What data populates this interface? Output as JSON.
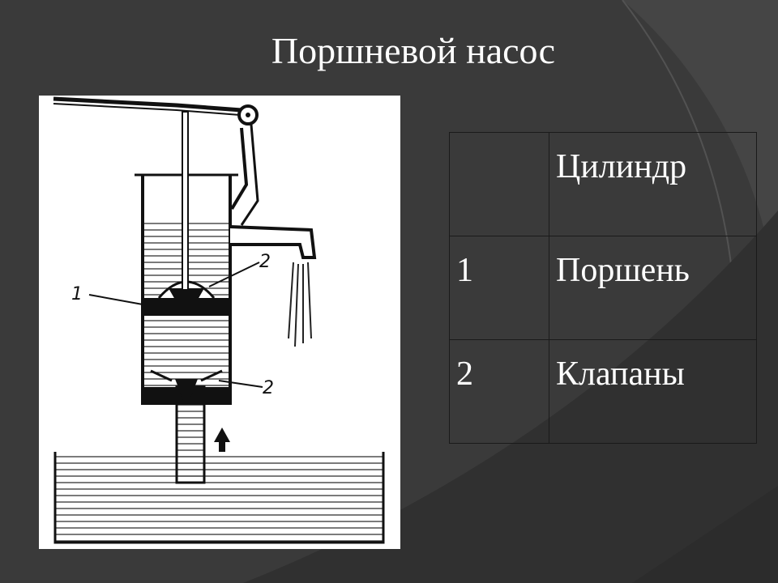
{
  "slide": {
    "title": "Поршневой насос",
    "background_color": "#3a3a3a"
  },
  "figure": {
    "callouts": [
      "1",
      "2",
      "2"
    ]
  },
  "legend": {
    "rows": [
      {
        "num": "",
        "name": "Цилиндр"
      },
      {
        "num": "1",
        "name": "Поршень"
      },
      {
        "num": "2",
        "name": "Клапаны"
      }
    ]
  }
}
